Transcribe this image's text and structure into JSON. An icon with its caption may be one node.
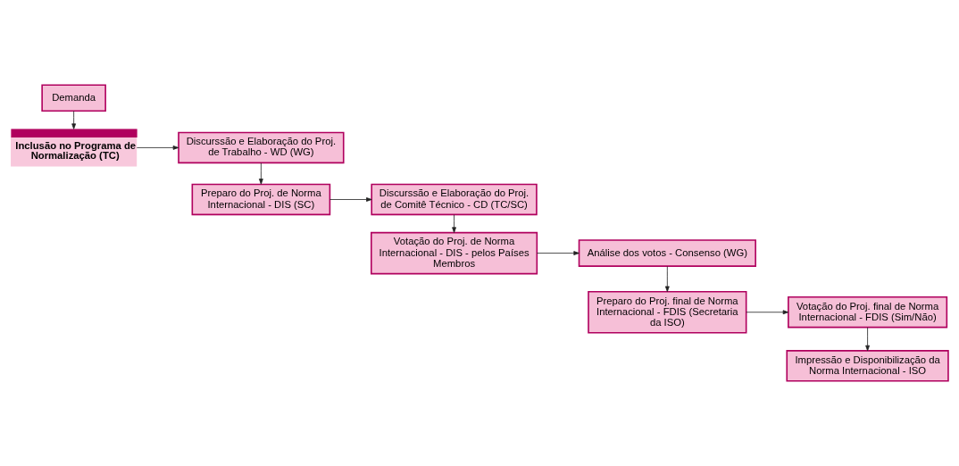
{
  "diagram": {
    "nodes": [
      {
        "text": [
          "Demanda"
        ]
      },
      {
        "text": [
          "Inclusão no Programa de Normalização (TC)"
        ]
      },
      {
        "text": [
          "Discurssão e Elaboração do Proj. de Trabalho - WD (WG)"
        ]
      },
      {
        "text": [
          "Discurssão e Elaboração do Proj. de Comitê Técnico - CD (TC/SC)"
        ]
      },
      {
        "text": [
          "Preparo do Proj. de Norma Internacional - DIS (SC)"
        ]
      },
      {
        "text": [
          "Votação do Proj. de Norma Internacional - DIS - pelos Países Membros"
        ]
      },
      {
        "text": [
          "Análise dos votos - Consenso (WG)"
        ]
      },
      {
        "text": [
          "Votação do Proj. final de Norma Internacional - FDIS (Sim/Não)"
        ]
      },
      {
        "text": [
          "Preparo do Proj. final de Norma Internacional - FDIS (Secretaria da ISO)"
        ]
      },
      {
        "text": [
          "Impressão e Disponibilização da Norma Internacional - ISO"
        ]
      }
    ],
    "edges": [
      {
        "from": 0,
        "to": 1,
        "arrow": "to"
      },
      {
        "from": 1,
        "to": 2,
        "arrow": "to"
      },
      {
        "from": 2,
        "to": 4,
        "arrow": "to"
      },
      {
        "from": 4,
        "to": 3,
        "arrow": "to"
      },
      {
        "from": 3,
        "to": 5,
        "arrow": "to"
      },
      {
        "from": 5,
        "to": 6,
        "arrow": "to"
      },
      {
        "from": 6,
        "to": 8,
        "arrow": "to"
      },
      {
        "from": 8,
        "to": 7,
        "arrow": "to"
      },
      {
        "from": 7,
        "to": 9,
        "arrow": "to"
      }
    ]
  }
}
